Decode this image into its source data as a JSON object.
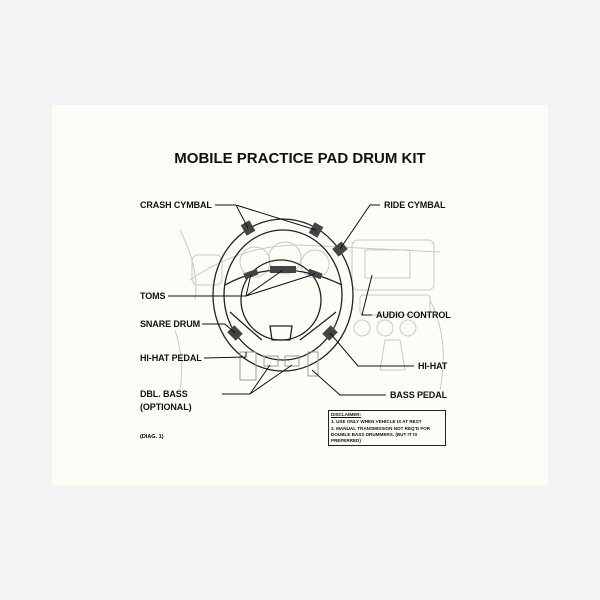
{
  "title": "MOBILE PRACTICE PAD DRUM KIT",
  "labels": {
    "crash_cymbal": "CRASH CYMBAL",
    "ride_cymbal": "RIDE CYMBAL",
    "toms": "TOMS",
    "snare_drum": "SNARE DRUM",
    "audio_control": "AUDIO CONTROL",
    "hi_hat_pedal": "HI-HAT PEDAL",
    "hi_hat": "HI-HAT",
    "dbl_bass": "DBL. BASS",
    "optional": "(OPTIONAL)",
    "bass_pedal": "BASS PEDAL"
  },
  "diagram_number": "(DIAG. 1)",
  "disclaimer": {
    "heading": "DISCLAIMER:",
    "items": [
      "1. USE ONLY WHEN VEHICLE IS AT REST",
      "2. MANUAL TRANSMISSION NOT REQ'D FOR DOUBLE BASS DRUMMERS. (BUT IT IS PREFERRED)"
    ]
  }
}
